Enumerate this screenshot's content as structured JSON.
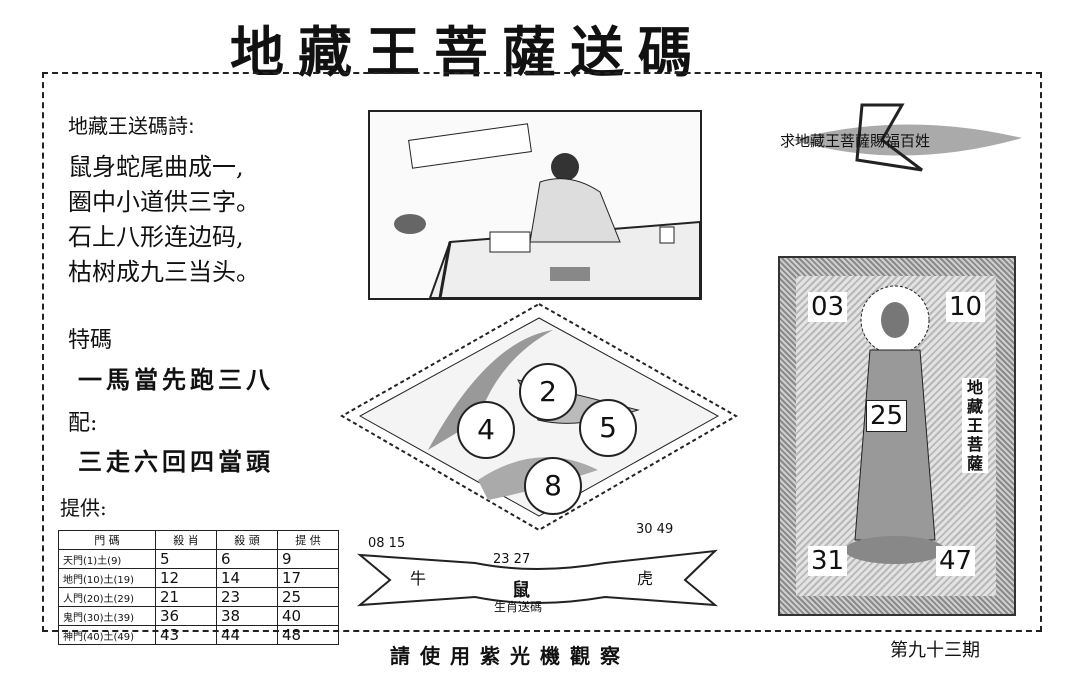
{
  "title": "地藏王菩薩送碼",
  "poem": {
    "heading": "地藏王送碼詩:",
    "lines": [
      "鼠身蛇尾曲成一,",
      "圈中小道供三字。",
      "石上八形连边码,",
      "枯树成九三当头。"
    ]
  },
  "tema": {
    "label": "特碼",
    "text": "一馬當先跑三八"
  },
  "pei": {
    "label": "配:",
    "text": "三走六回四當頭"
  },
  "provide_label": "提供:",
  "table": {
    "headers": [
      "門 碼",
      "殺 肖",
      "殺 頭",
      "提 供"
    ],
    "rows": [
      {
        "label": "天門(1)土(9)",
        "values": [
          "5",
          "6",
          "9"
        ]
      },
      {
        "label": "地門(10)土(19)",
        "values": [
          "12",
          "14",
          "17"
        ]
      },
      {
        "label": "人門(20)土(29)",
        "values": [
          "21",
          "23",
          "25"
        ]
      },
      {
        "label": "鬼門(30)土(39)",
        "values": [
          "36",
          "38",
          "40"
        ]
      },
      {
        "label": "神門(40)土(49)",
        "values": [
          "43",
          "44",
          "48"
        ]
      }
    ]
  },
  "diamond_numbers": [
    "2",
    "4",
    "5",
    "8"
  ],
  "banner": {
    "left_nums": "08 15",
    "mid_nums": "23 27",
    "right_nums": "30 49",
    "left_label": "牛",
    "center_label": "鼠",
    "right_label": "虎",
    "caption": "生肖送碼"
  },
  "seal_text": "求地藏王菩薩賜福百姓",
  "panel": {
    "tl": "03",
    "tr": "10",
    "center": "25",
    "bl": "31",
    "br": "47",
    "vertical": "地藏王菩薩"
  },
  "bottom_note": "請使用紫光機觀察",
  "period": "第九十三期"
}
